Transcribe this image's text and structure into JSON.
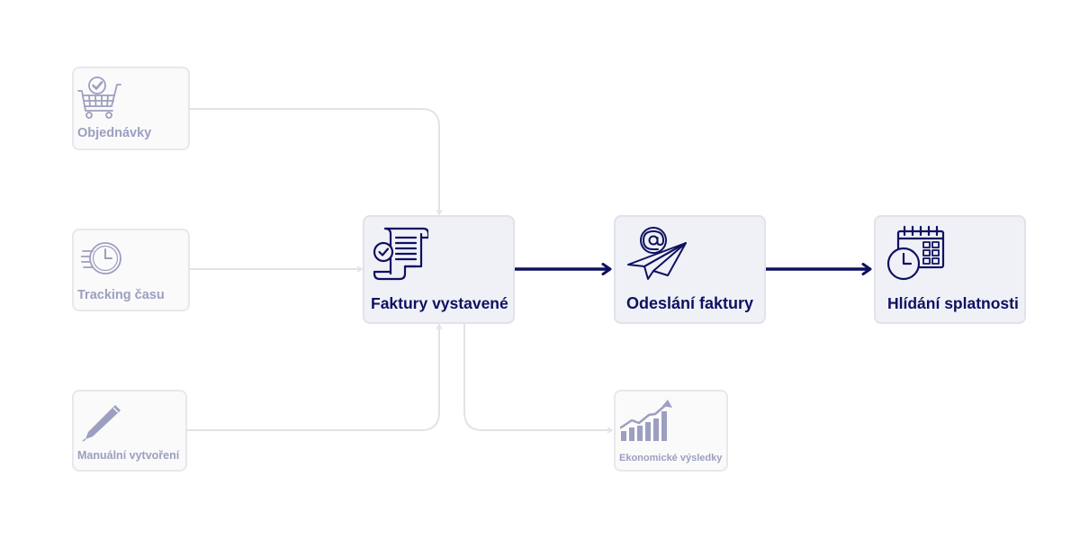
{
  "colors": {
    "accent": "#0e1160",
    "muted_icon": "#9c9fbf",
    "muted_connector": "#e3e3e6"
  },
  "nodes": {
    "orders": {
      "label": "Objednávky",
      "icon": "shopping-cart-icon"
    },
    "time_tracking": {
      "label": "Tracking času",
      "icon": "stopwatch-icon"
    },
    "manual_creation": {
      "label": "Manuální vytvoření",
      "icon": "pen-icon"
    },
    "issued_invoices": {
      "label": "Faktury vystavené",
      "icon": "invoice-scroll-icon"
    },
    "send_invoice": {
      "label": "Odeslání faktury",
      "icon": "email-paper-plane-icon"
    },
    "due_monitoring": {
      "label": "Hlídání splatnosti",
      "icon": "calendar-clock-icon"
    },
    "economic_results": {
      "label": "Ekonomické výsledky",
      "icon": "growth-chart-icon"
    }
  }
}
